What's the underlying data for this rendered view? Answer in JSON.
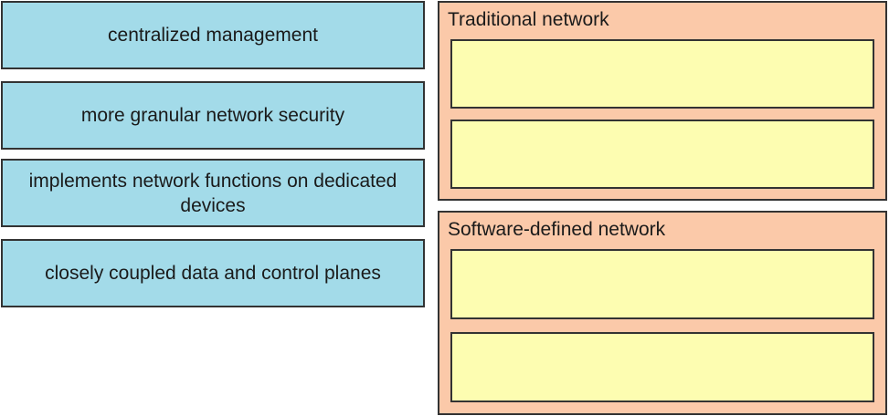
{
  "items": [
    {
      "label": "centralized management"
    },
    {
      "label": "more granular network security"
    },
    {
      "label": "implements network functions on dedicated devices"
    },
    {
      "label": "closely coupled data and control planes"
    }
  ],
  "categories": [
    {
      "title": "Traditional network"
    },
    {
      "title": "Software-defined network"
    }
  ],
  "colors": {
    "item_fill": "#a3dbe9",
    "category_fill": "#fbc9a9",
    "slot_fill": "#fdfdb1",
    "border": "#333333"
  }
}
